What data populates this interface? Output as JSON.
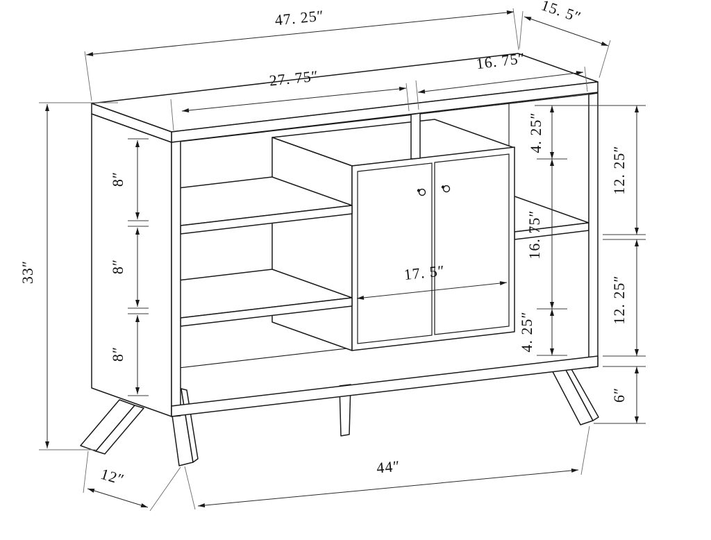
{
  "drawing": {
    "type": "furniture-dimension-diagram",
    "subject": "mid-century sideboard with open shelves, two-door center cabinet and splayed legs",
    "colors": {
      "line": "#1a1a1a",
      "dimension_line": "#2a2a2a",
      "background": "#ffffff"
    },
    "units": "inches"
  },
  "dims": {
    "top_width": "47. 25″",
    "top_depth": "15. 5″",
    "top_left_opening": "27. 75″",
    "top_right_opening": "16. 75″",
    "upper_gap": "4. 25″",
    "right_upper": "12. 25″",
    "cabinet_height": "16. 75″",
    "lower_gap": "4. 25″",
    "right_lower": "12. 25″",
    "leg_height": "6″",
    "overall_height": "33″",
    "shelf_gap_1": "8″",
    "shelf_gap_2": "8″",
    "shelf_gap_3": "8″",
    "cabinet_width": "17. 5″",
    "base_width": "44″",
    "leg_depth": "12″"
  }
}
